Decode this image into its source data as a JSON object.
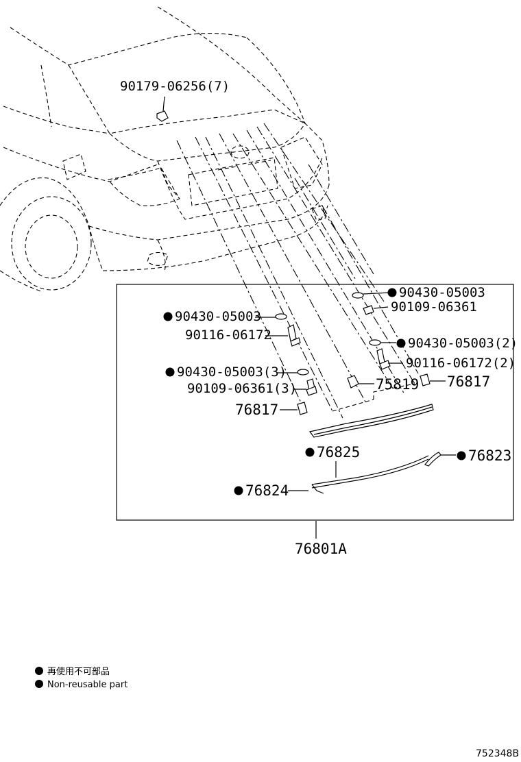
{
  "diagram": {
    "callouts": {
      "top_clip": "90179-06256(7)",
      "r_washer_1": "90430-05003",
      "r_screw_1": "90109-06361",
      "l_washer_1": "90430-05003",
      "l_bolt_1": "90116-06172",
      "r_washer_2": "90430-05003(2)",
      "r_bolt_2": "90116-06172(2)",
      "l_washer_3": "90430-05003(3)",
      "r_clip": "75819",
      "r_bracket": "76817",
      "l_screw_3": "90109-06361(3)",
      "l_bracket": "76817",
      "garnish_seal": "76825",
      "end_seal_r": "76823",
      "end_seal_l": "76824",
      "assembly": "76801A"
    },
    "legend": {
      "line1": "再使用不可部品",
      "line2": "Non-reusable part"
    },
    "figure_code": "752348B"
  }
}
